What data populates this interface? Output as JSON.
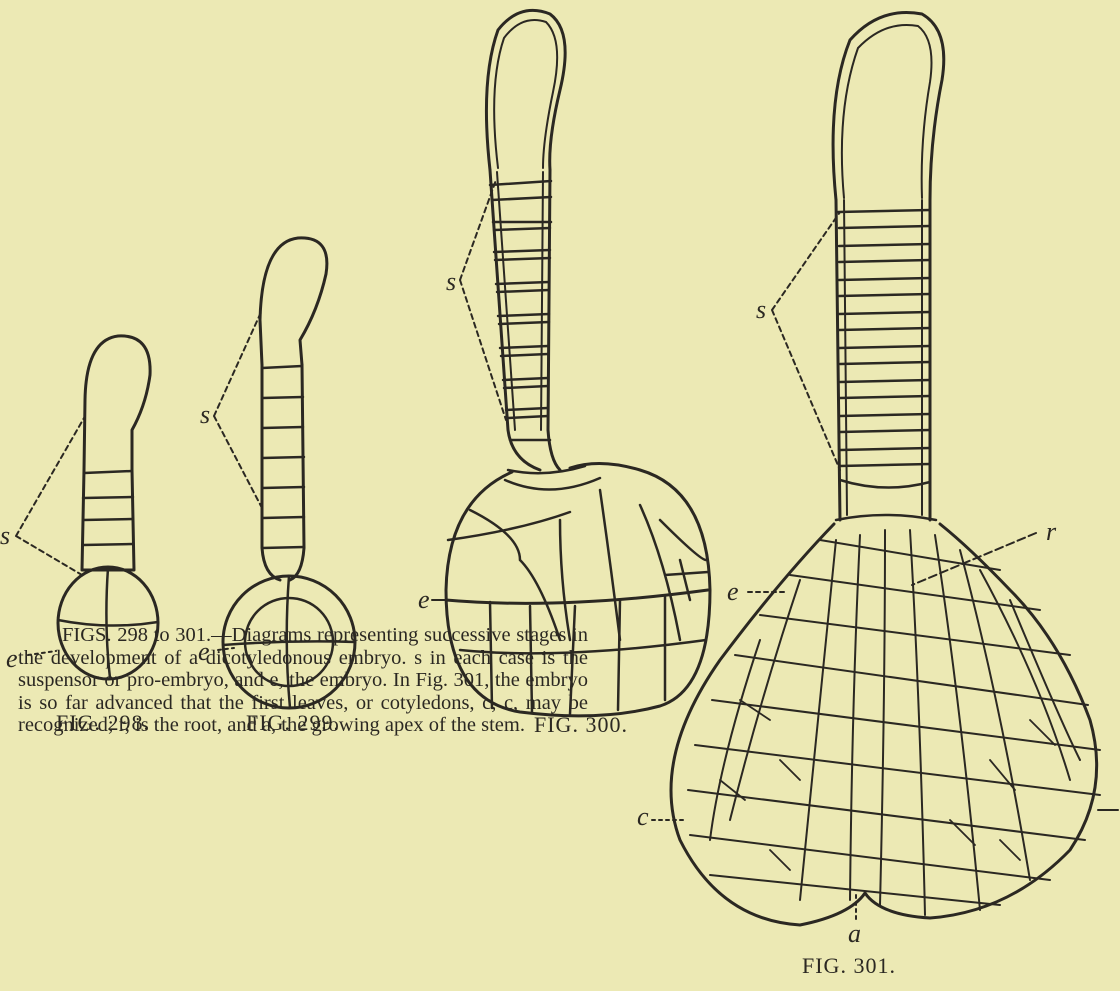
{
  "figures": [
    {
      "id": "fig298",
      "caption": "FIG. 298."
    },
    {
      "id": "fig299",
      "caption": "FIG. 299."
    },
    {
      "id": "fig300",
      "caption": "FIG. 300."
    },
    {
      "id": "fig301",
      "caption": "FIG. 301."
    }
  ],
  "labels": {
    "suspensor": "s",
    "embryo": "e",
    "root": "r",
    "cotyledon": "c",
    "apex": "a"
  },
  "caption_text": "FIGS. 298 to 301.—Diagrams representing successive stages in the development of a dicotyledonous embryo. s in each case is the suspensor or pro-embryo, and e, the embryo. In Fig. 301, the embryo is so far advanced that the first leaves, or cotyledons, c, c, may be recognized; r, is the root, and a, the growing apex of the stem.",
  "colors": {
    "paper": "#ece9b4",
    "ink": "#2b2822"
  }
}
